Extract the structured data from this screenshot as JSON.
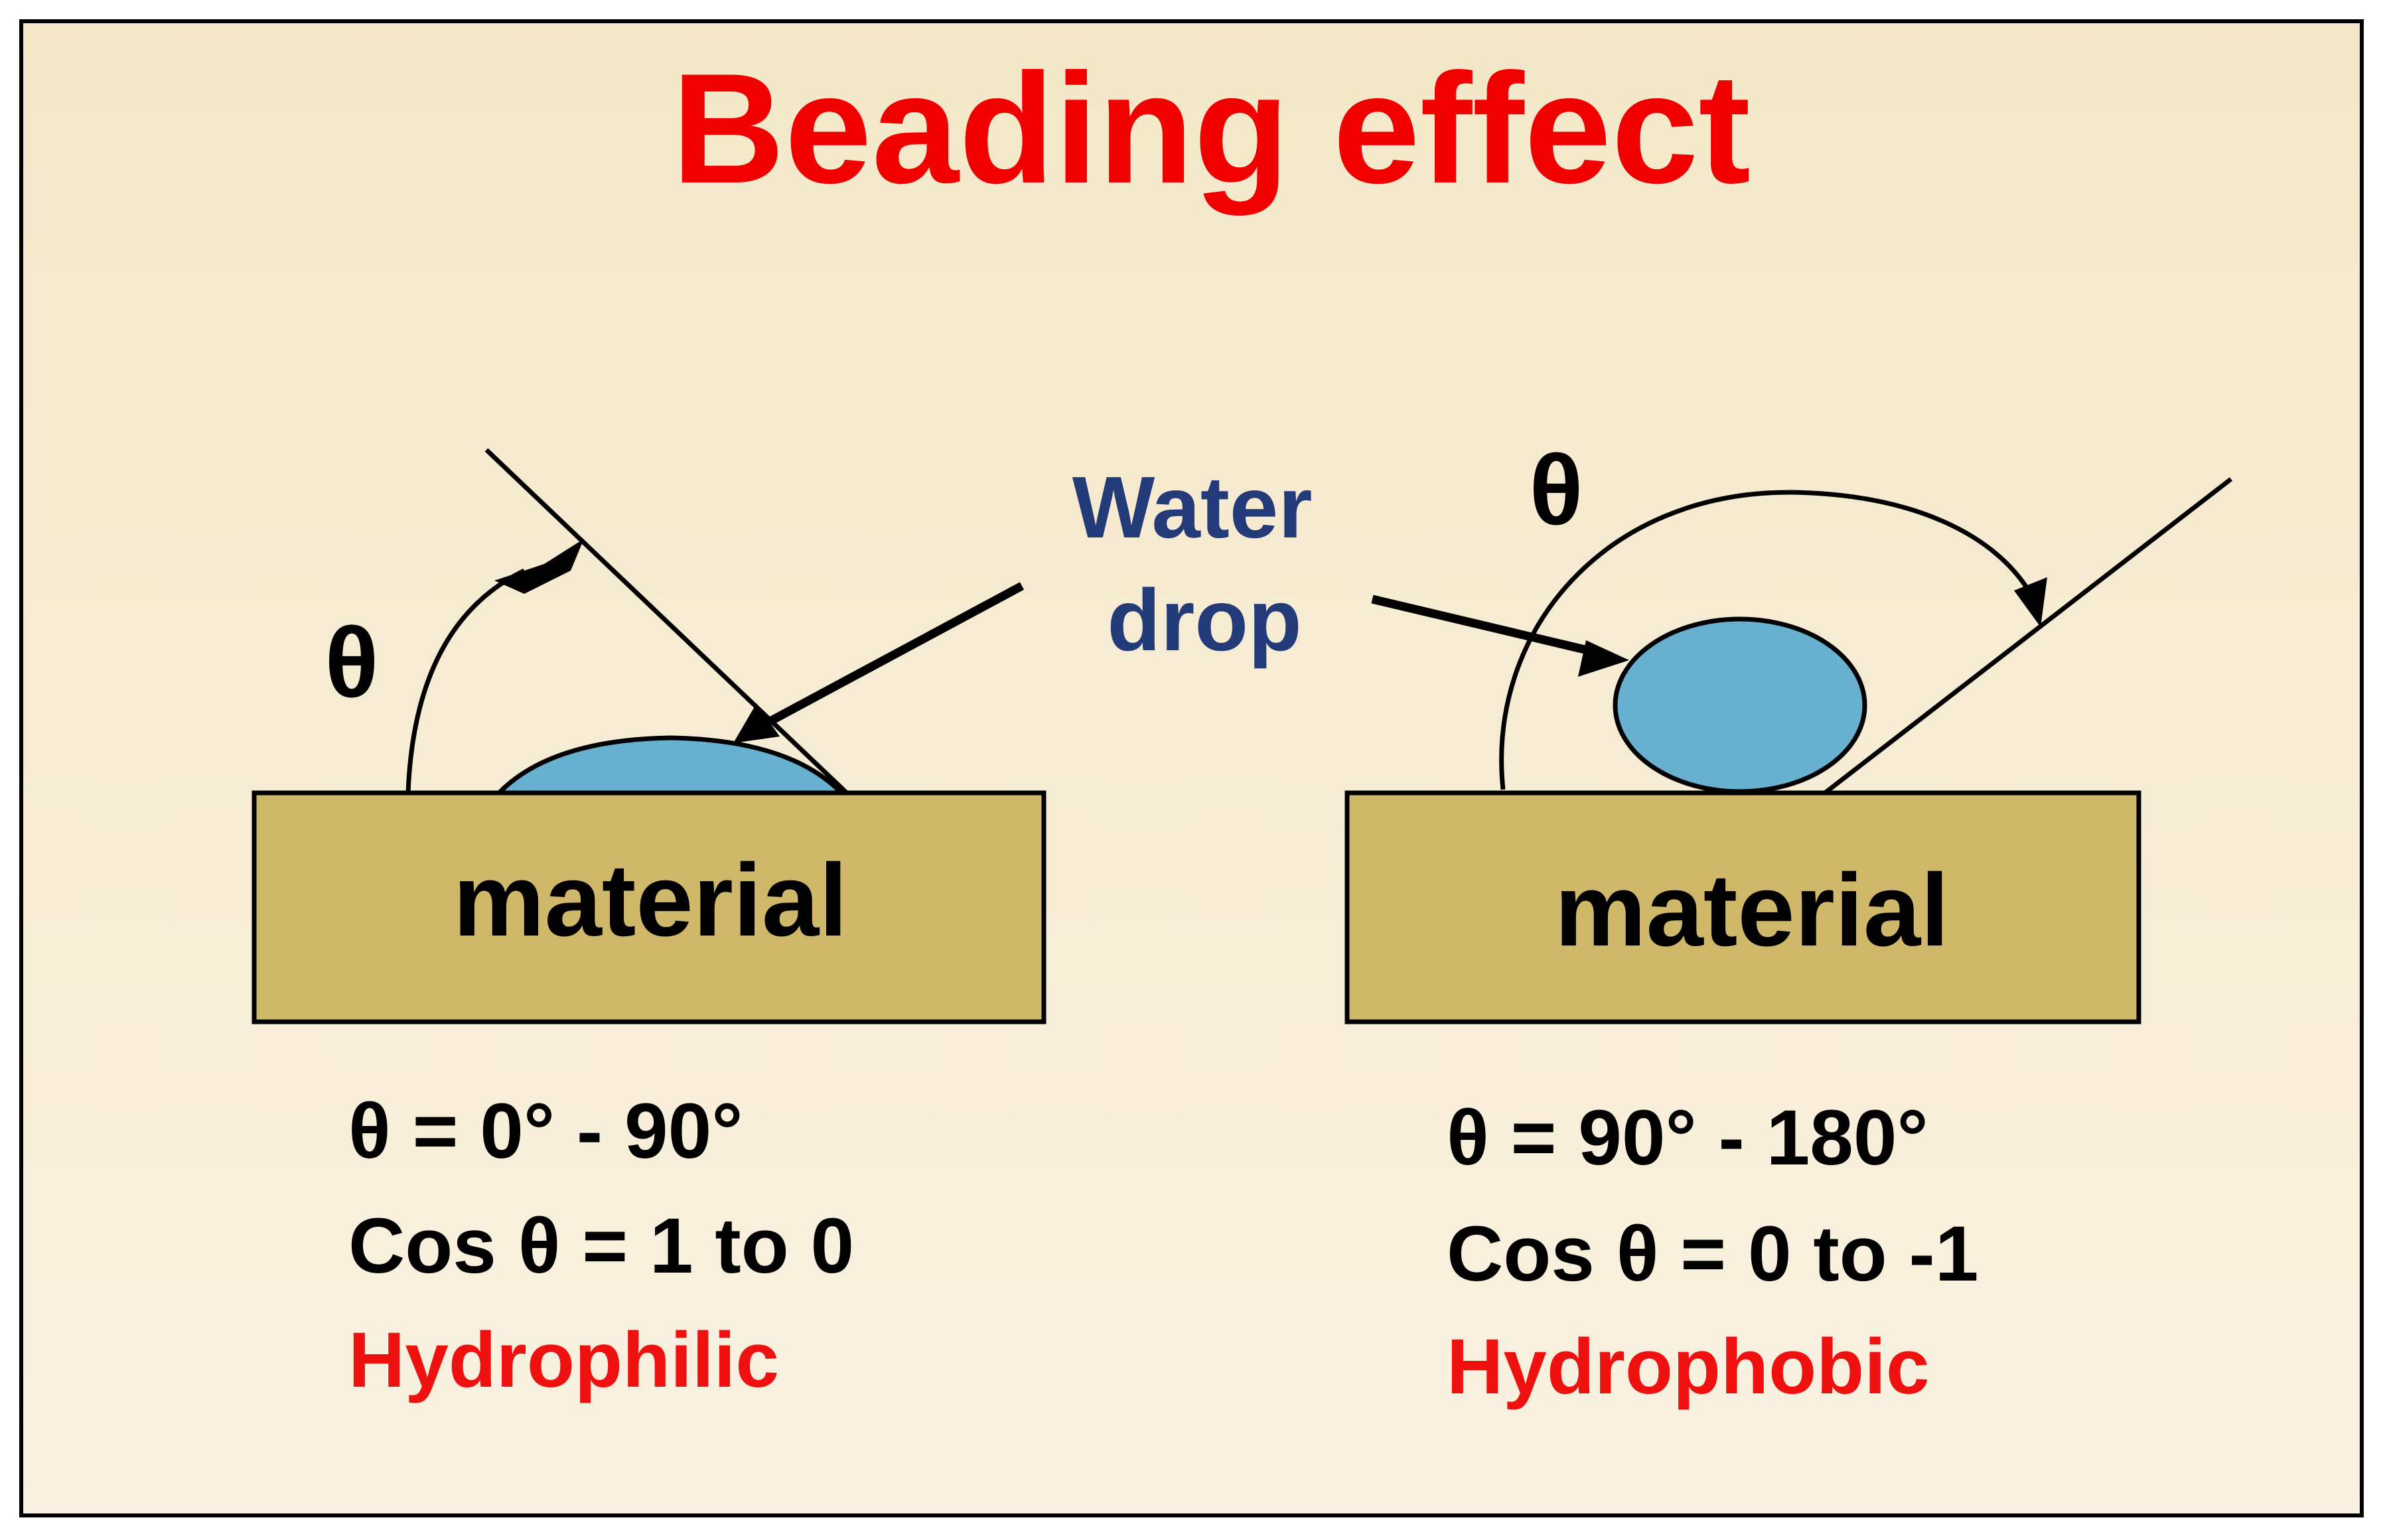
{
  "title": "Beading effect",
  "water_drop_label": [
    "Water",
    "drop"
  ],
  "left_panel": {
    "theta_symbol": "θ",
    "material_label": "material",
    "angle_range": "θ = 0° - 90°",
    "cos_range": "Cos θ = 1 to 0",
    "classification": "Hydrophilic"
  },
  "right_panel": {
    "theta_symbol": "θ",
    "material_label": "material",
    "angle_range": "θ = 90° - 180°",
    "cos_range": "Cos θ = 0 to -1",
    "classification": "Hydrophobic"
  },
  "colors": {
    "background": "#f6ead0",
    "title": "#f20000",
    "material_fill": "#cfb86a",
    "drop_fill": "#67b0cf",
    "water_label": "#243b7a",
    "classification": "#ef1010",
    "ink": "#000000"
  }
}
